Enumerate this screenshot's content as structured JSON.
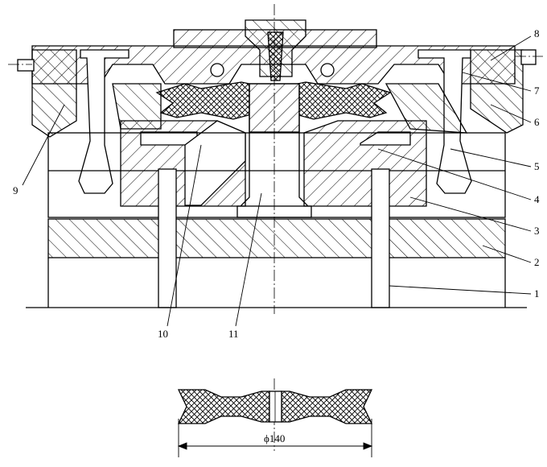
{
  "part_labels": [
    {
      "id": "1",
      "text": "1"
    },
    {
      "id": "2",
      "text": "2"
    },
    {
      "id": "3",
      "text": "3"
    },
    {
      "id": "4",
      "text": "4"
    },
    {
      "id": "5",
      "text": "5"
    },
    {
      "id": "6",
      "text": "6"
    },
    {
      "id": "7",
      "text": "7"
    },
    {
      "id": "8",
      "text": "8"
    },
    {
      "id": "9",
      "text": "9"
    },
    {
      "id": "10",
      "text": "10"
    },
    {
      "id": "11",
      "text": "11"
    }
  ],
  "dimension": {
    "text": "ϕ140"
  },
  "colors": {
    "line": "#000000",
    "background": "#ffffff"
  }
}
